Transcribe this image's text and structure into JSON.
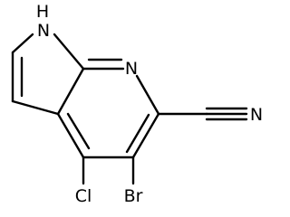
{
  "molecule": {
    "atoms": {
      "nh": "H",
      "n_pyrrole": "N",
      "n_pyridine": "N",
      "n_nitrile": "N",
      "cl": "Cl",
      "br": "Br"
    },
    "ink_color": "#000000",
    "background_color": "#ffffff"
  }
}
